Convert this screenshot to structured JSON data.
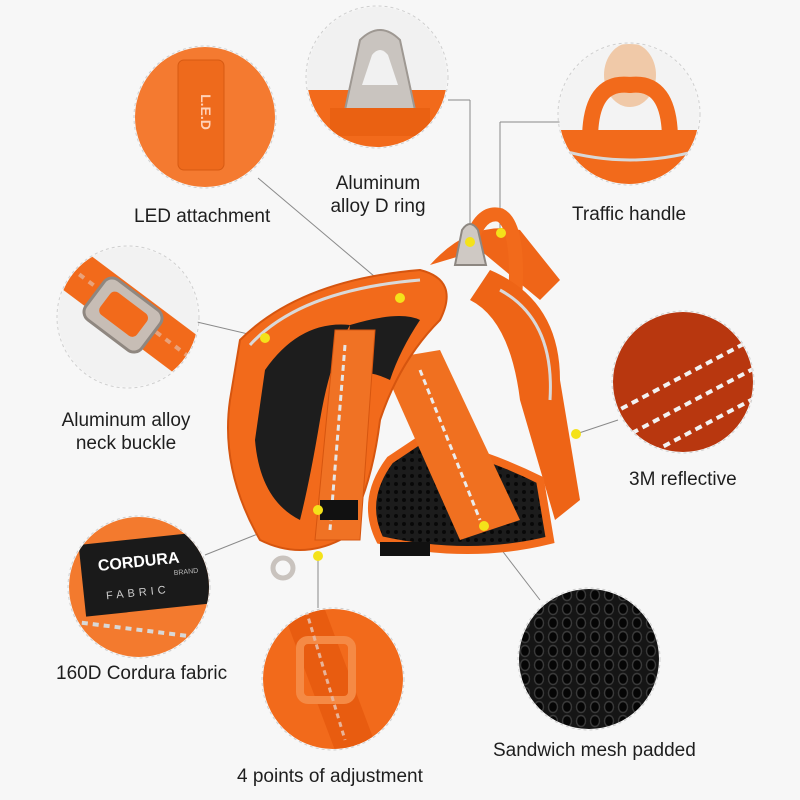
{
  "features": {
    "led": "LED attachment",
    "d_ring_line1": "Aluminum",
    "d_ring_line2": "alloy D ring",
    "handle": "Traffic handle",
    "buckle_line1": "Aluminum alloy",
    "buckle_line2": "neck buckle",
    "reflective": "3M reflective",
    "cordura": "160D Cordura fabric",
    "mesh": "Sandwich mesh padded",
    "adjust": "4 points of adjustment"
  },
  "logo": {
    "brand": "CORDURA",
    "sub": "FABRIC",
    "mark": "BRAND",
    "strap_print": "L.E.D"
  },
  "colors": {
    "orange": "#f26a1b",
    "orange_dark": "#d3530d",
    "mesh": "#1a1a1a",
    "dot": "#f4e21a",
    "line": "#7a7a7a",
    "metal": "#cfc9c4"
  }
}
